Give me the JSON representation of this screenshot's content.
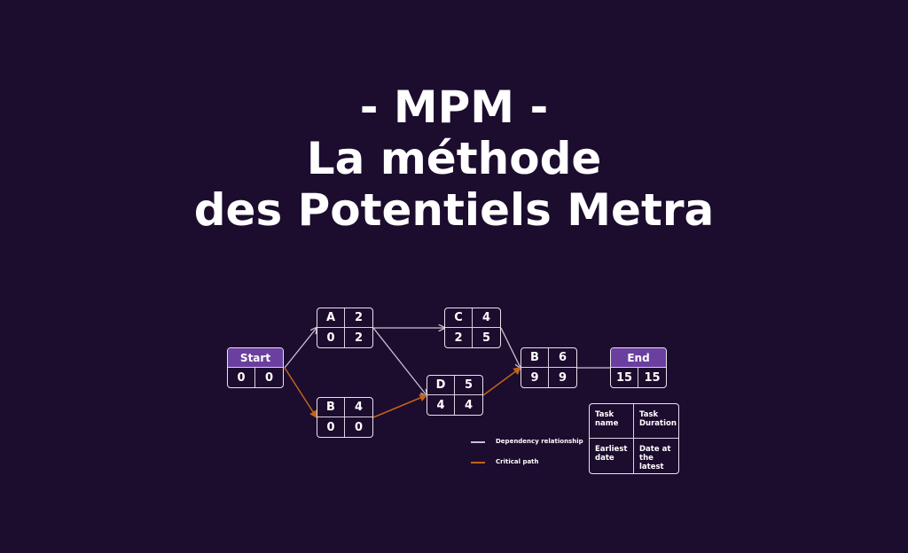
{
  "title": {
    "line1": "- MPM -",
    "line2": "La méthode",
    "line3": "des Potentiels Metra"
  },
  "colors": {
    "background": "#1c0c2e",
    "node_header": "#6b3fa0",
    "dependency": "#c8c2d2",
    "critical": "#c0641c"
  },
  "nodes": {
    "start": {
      "label": "Start",
      "earliest": "0",
      "latest": "0"
    },
    "a": {
      "name": "A",
      "duration": "2",
      "earliest": "0",
      "latest": "2"
    },
    "b_low": {
      "name": "B",
      "duration": "4",
      "earliest": "0",
      "latest": "0"
    },
    "c": {
      "name": "C",
      "duration": "4",
      "earliest": "2",
      "latest": "5"
    },
    "d": {
      "name": "D",
      "duration": "5",
      "earliest": "4",
      "latest": "4"
    },
    "b_right": {
      "name": "B",
      "duration": "6",
      "earliest": "9",
      "latest": "9"
    },
    "end": {
      "label": "End",
      "earliest": "15",
      "latest": "15"
    }
  },
  "edges": [
    {
      "from": "Start",
      "to": "A",
      "type": "dependency"
    },
    {
      "from": "Start",
      "to": "B",
      "type": "critical"
    },
    {
      "from": "A",
      "to": "C",
      "type": "dependency"
    },
    {
      "from": "A",
      "to": "D",
      "type": "dependency"
    },
    {
      "from": "B",
      "to": "D",
      "type": "critical"
    },
    {
      "from": "C",
      "to": "B (6)",
      "type": "dependency"
    },
    {
      "from": "D",
      "to": "B (6)",
      "type": "critical"
    },
    {
      "from": "B (6)",
      "to": "End",
      "type": "dependency"
    }
  ],
  "legend": {
    "dependency_label": "Dependency relationship",
    "critical_label": "Critical path"
  },
  "key": {
    "top_left": "Task name",
    "top_right": "Task Duration",
    "bottom_left": "Earliest date",
    "bottom_right": "Date at the latest"
  }
}
